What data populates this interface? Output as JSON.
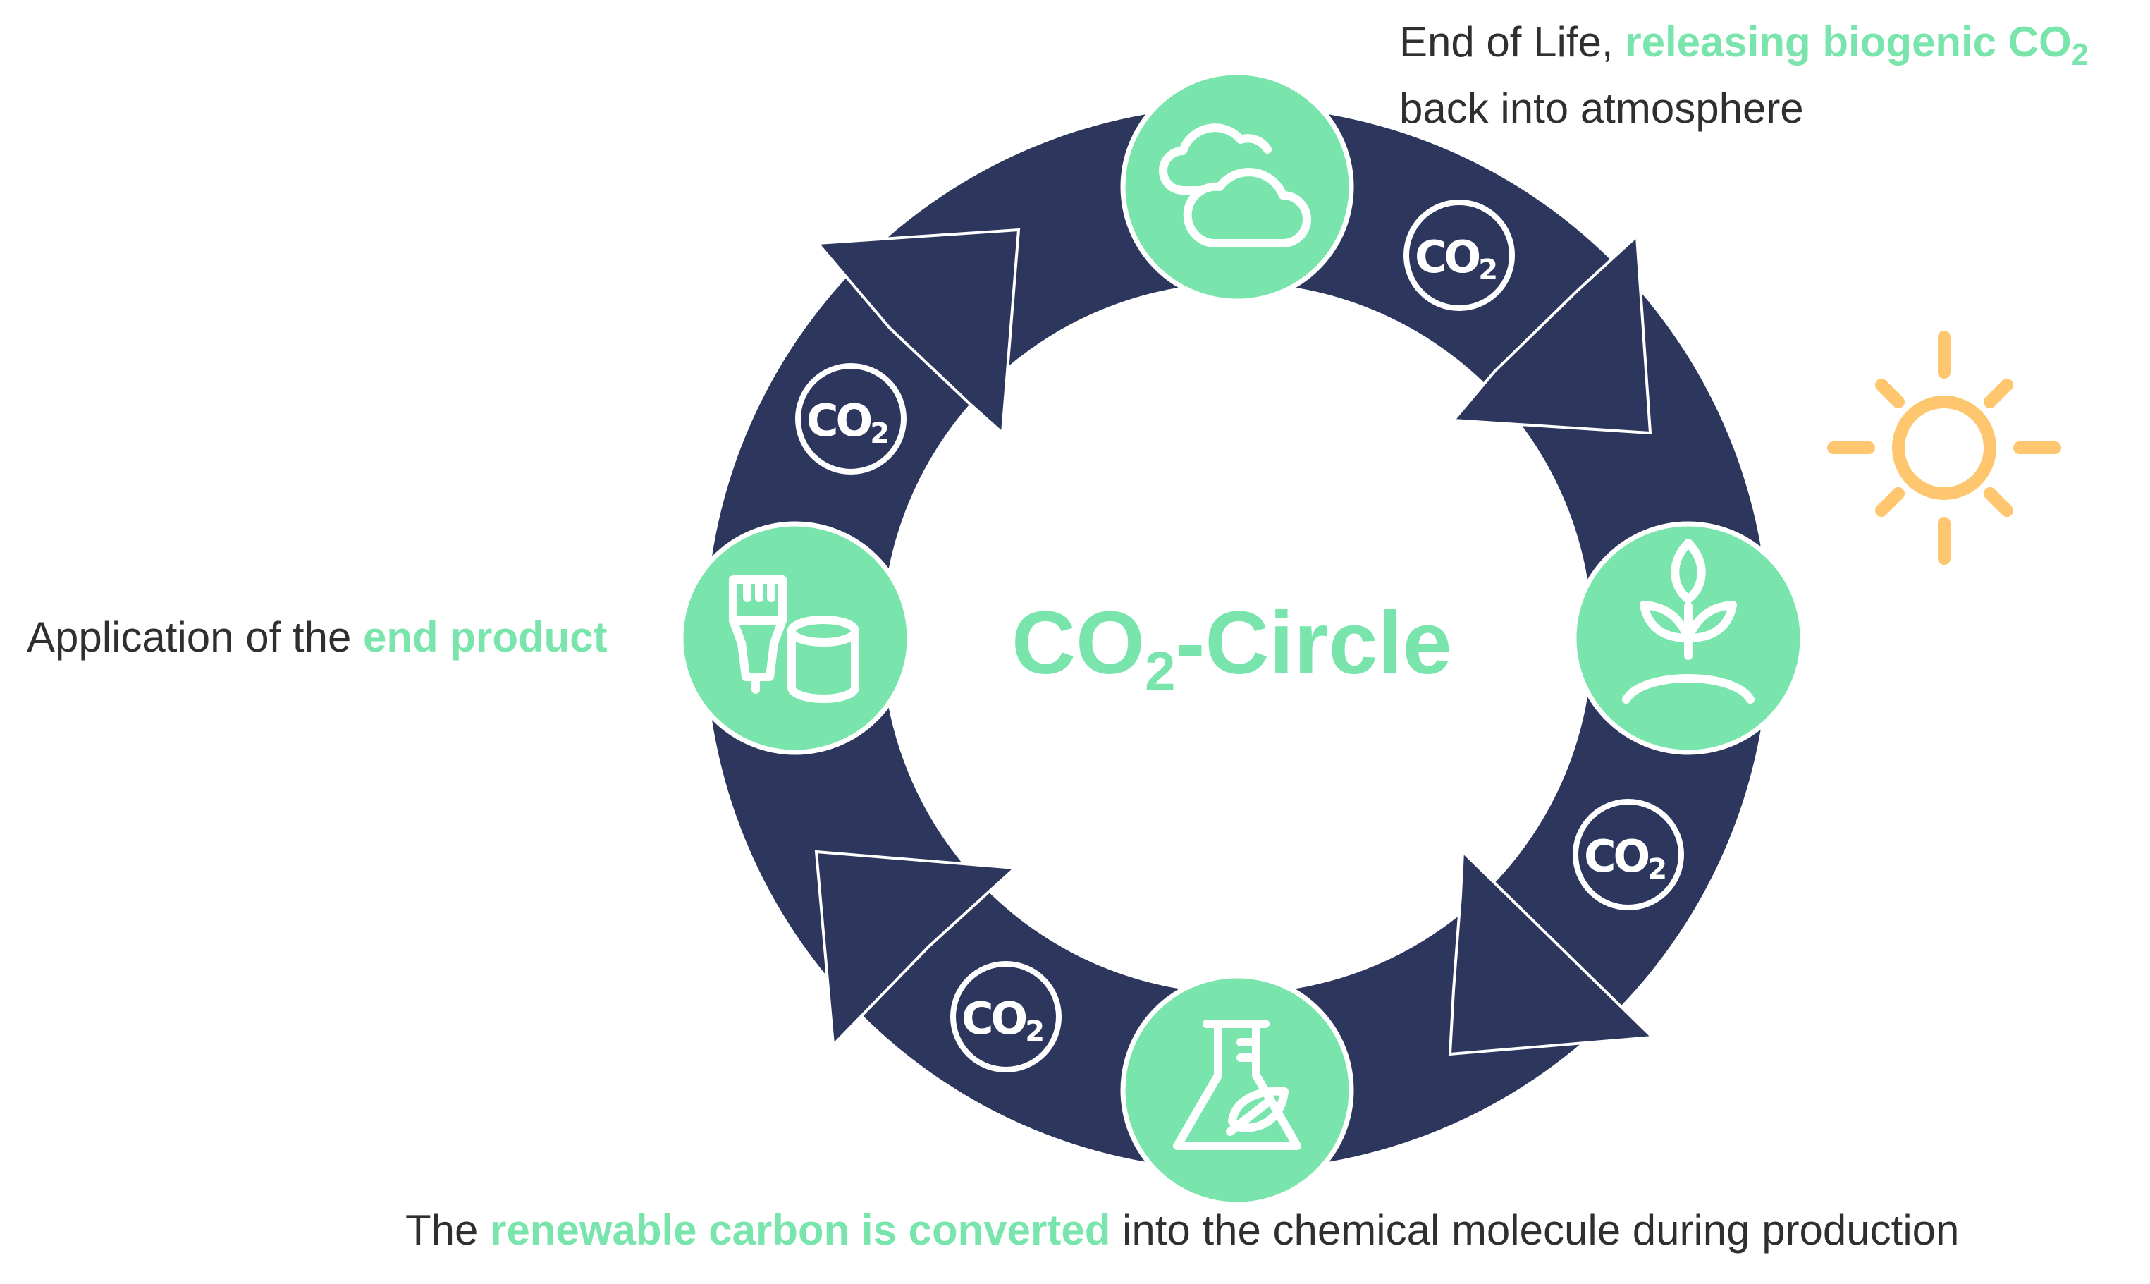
{
  "diagram": {
    "center_title": {
      "main": "CO",
      "sub": "2",
      "rest": "-Circle"
    },
    "steps": {
      "end_of_life": {
        "text_before": "End of Life, ",
        "highlight": "releasing biogenic CO",
        "highlight_sub": "2",
        "line2": "back into atmosphere",
        "icon": "clouds-icon"
      },
      "growth": {
        "icon": "sprout-icon"
      },
      "production": {
        "text_before": "The ",
        "highlight": "renewable carbon is converted",
        "text_after": " into the chemical molecule during production",
        "icon": "flask-leaf-icon"
      },
      "application": {
        "text_before": "Application of the ",
        "highlight": "end product",
        "icon": "brush-container-icon"
      }
    },
    "co2_badges": [
      {
        "main": "CO",
        "sub": "2"
      },
      {
        "main": "CO",
        "sub": "2"
      },
      {
        "main": "CO",
        "sub": "2"
      },
      {
        "main": "CO",
        "sub": "2"
      }
    ],
    "sun": {
      "icon": "sun-icon"
    },
    "colors": {
      "ring": "#2d365d",
      "accent": "#79e5ad",
      "sun": "#fec66e",
      "text": "#2f2f2f"
    }
  }
}
